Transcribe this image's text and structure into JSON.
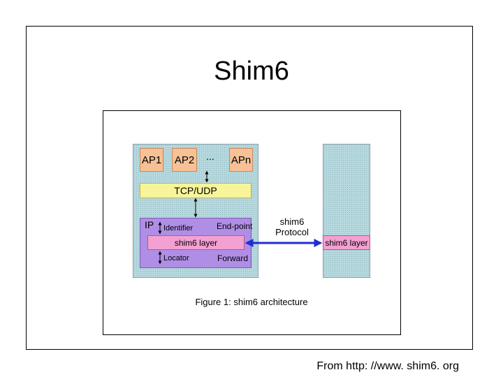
{
  "title": "Shim6",
  "figure": {
    "caption": "Figure 1: shim6 architecture",
    "applications": [
      "AP1",
      "AP2",
      "APn"
    ],
    "ellipsis": "...",
    "transport": "TCP/UDP",
    "ip": {
      "label": "IP",
      "identifier": "Identifier",
      "endpoint": "End-point",
      "shim_layer": "shim6 layer",
      "locator": "Locator",
      "forward": "Forward"
    },
    "protocol_line1": "shim6",
    "protocol_line2": "Protocol",
    "peer_shim_layer": "shim6 layer",
    "colors": {
      "host_background": "#b7d9df",
      "application": "#f6c196",
      "transport": "#f7f49a",
      "ip": "#b08ee6",
      "shim_layer": "#f3a0d2",
      "protocol_arrow": "#1f2fd0"
    }
  },
  "source": "From http: //www. shim6. org"
}
